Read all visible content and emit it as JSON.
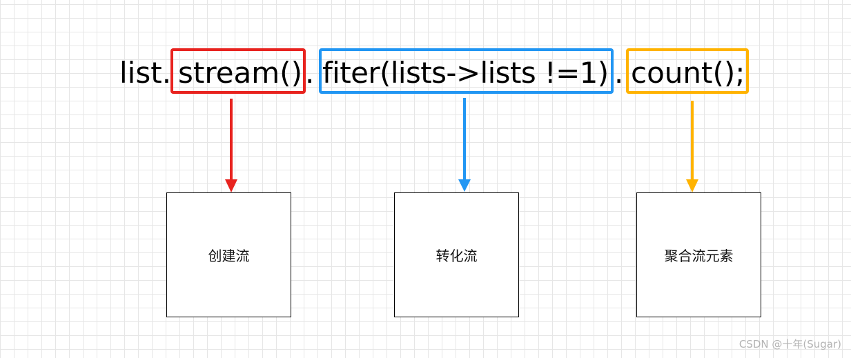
{
  "code": {
    "prefix": "list.",
    "segment_1": "stream()",
    "sep_1": ".",
    "segment_2": "fiter(lists->lists !=1)",
    "sep_2": ".",
    "segment_3": "count();"
  },
  "boxes": [
    {
      "label": "创建流",
      "color": "#e8231f"
    },
    {
      "label": "转化流",
      "color": "#2196f3"
    },
    {
      "label": "聚合流元素",
      "color": "#ffb300"
    }
  ],
  "watermark": "CSDN @十年(Sugar)"
}
